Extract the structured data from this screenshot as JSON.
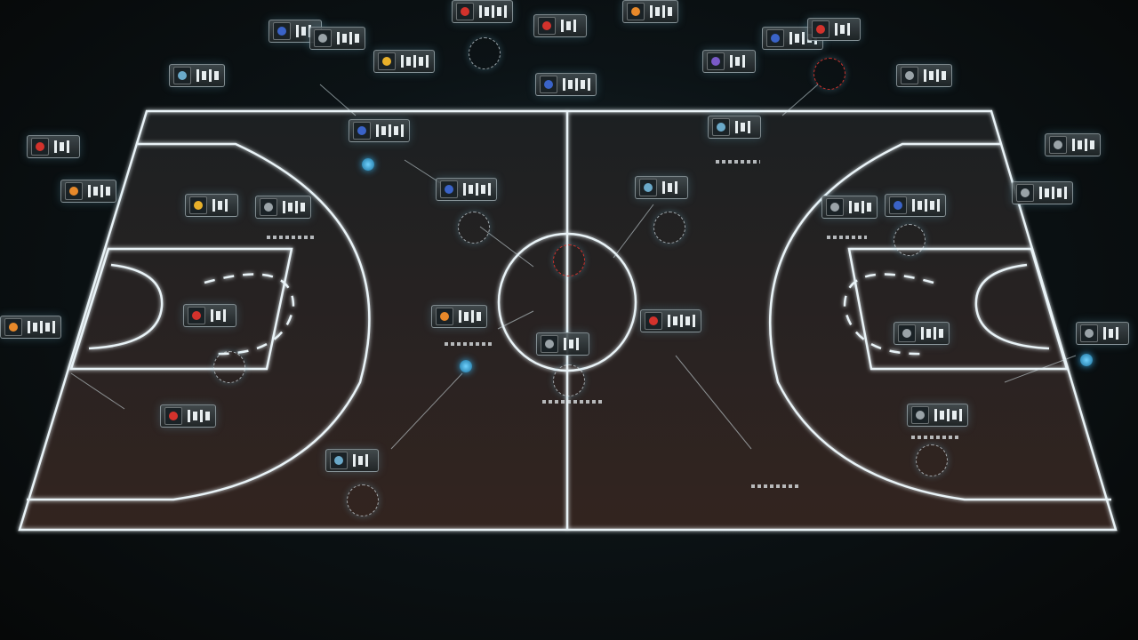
{
  "colors": {
    "court_line": "#e9f3f7",
    "court_glow": "#5fb8e6",
    "floor": "#2a2322",
    "accent_red": "#d3322c",
    "accent_orange": "#e8892a",
    "accent_blue": "#3fa7e0",
    "accent_yellow": "#d9b23a"
  },
  "icons": [
    "team-logo-icon",
    "player-glyph-icon",
    "position-dot-icon"
  ],
  "cards": [
    {
      "id": "c1",
      "logo_color": "#3a63c8"
    },
    {
      "id": "c2",
      "logo_color": "#9aa3a8"
    },
    {
      "id": "c3",
      "logo_color": "#d3322c"
    },
    {
      "id": "c4",
      "logo_color": "#d3322c"
    },
    {
      "id": "c5",
      "logo_color": "#e8892a"
    },
    {
      "id": "c6",
      "logo_color": "#3a63c8"
    },
    {
      "id": "c7",
      "logo_color": "#d3322c"
    },
    {
      "id": "c8",
      "logo_color": "#6aa9c9"
    },
    {
      "id": "c9",
      "logo_color": "#e8b02a"
    },
    {
      "id": "c10",
      "logo_color": "#7a5ac8"
    },
    {
      "id": "c11",
      "logo_color": "#9aa3a8"
    },
    {
      "id": "c12",
      "logo_color": "#3a63c8"
    },
    {
      "id": "c13",
      "logo_color": "#d3322c"
    },
    {
      "id": "c14",
      "logo_color": "#e8892a"
    },
    {
      "id": "c15",
      "logo_color": "#3a63c8"
    },
    {
      "id": "c16",
      "logo_color": "#6aa9c9"
    },
    {
      "id": "c17",
      "logo_color": "#9aa3a8"
    },
    {
      "id": "c18",
      "logo_color": "#9aa3a8"
    },
    {
      "id": "c19",
      "logo_color": "#e8b02a"
    },
    {
      "id": "c20",
      "logo_color": "#9aa3a8"
    },
    {
      "id": "c21",
      "logo_color": "#3a63c8"
    },
    {
      "id": "c22",
      "logo_color": "#6aa9c9"
    },
    {
      "id": "c23",
      "logo_color": "#9aa3a8"
    },
    {
      "id": "c24",
      "logo_color": "#3a63c8"
    },
    {
      "id": "c25",
      "logo_color": "#d3322c"
    },
    {
      "id": "c26",
      "logo_color": "#e8892a"
    },
    {
      "id": "c27",
      "logo_color": "#d3322c"
    },
    {
      "id": "c28",
      "logo_color": "#9aa3a8"
    },
    {
      "id": "c29",
      "logo_color": "#9aa3a8"
    },
    {
      "id": "c30",
      "logo_color": "#e8892a"
    },
    {
      "id": "c31",
      "logo_color": "#9aa3a8"
    },
    {
      "id": "c32",
      "logo_color": "#d3322c"
    },
    {
      "id": "c33",
      "logo_color": "#9aa3a8"
    },
    {
      "id": "c34",
      "logo_color": "#6aa9c9"
    }
  ]
}
